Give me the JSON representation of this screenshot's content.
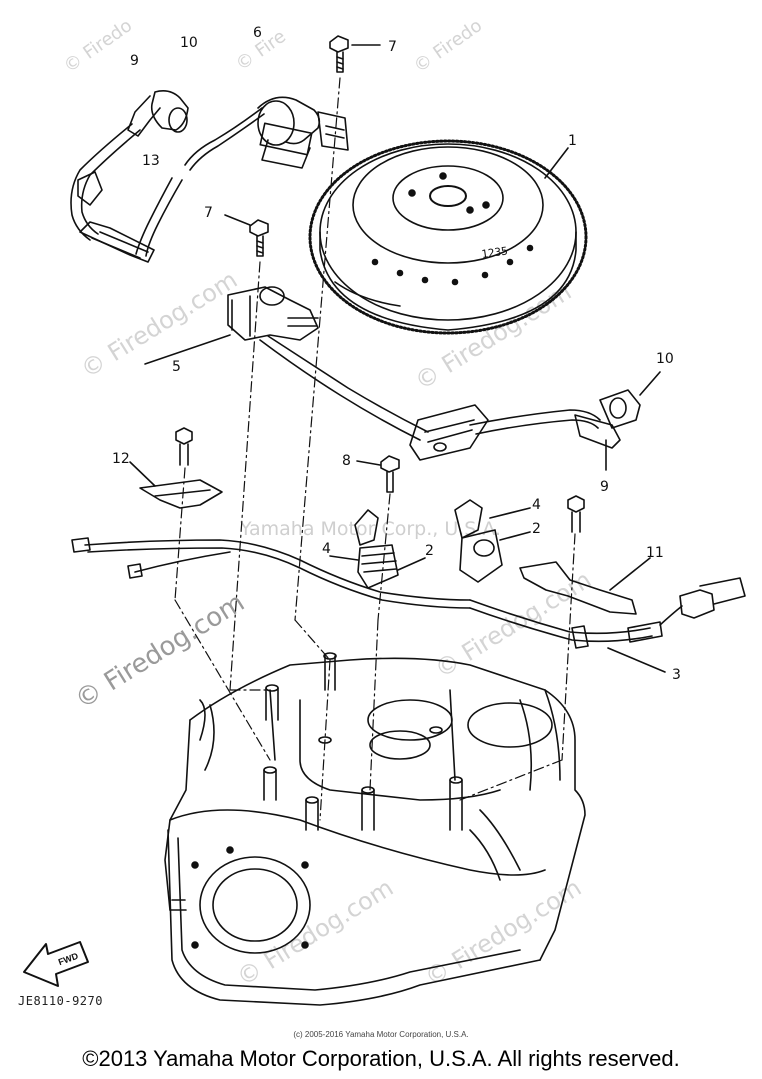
{
  "watermarks": {
    "site": "© Firedog.com",
    "site_short": "© Firedo",
    "site_short2": "© Fire",
    "site_mid": "© Firedog.com",
    "faint_copyright": "Yamaha Motor Corp., U.S.A."
  },
  "callouts": {
    "flywheel": "1",
    "pulser_coil_a": "2",
    "pulser_coil_b": "2",
    "lead_wire": "3",
    "base_assy_a": "4",
    "base_assy_b": "4",
    "charge_coil": "5",
    "ignition_coil": "6",
    "screw_top": "7",
    "screw_mid": "7",
    "screw_8": "8",
    "plug_cap_top": "9",
    "plug_cap_right": "9",
    "boot_top": "10",
    "boot_right": "10",
    "lead_bracket": "11",
    "clamp": "12",
    "holder": "13"
  },
  "flywheel_marking": "1235",
  "fwd_label": "FWD",
  "drawing_code": "JE8110-9270",
  "small_copyright": "(c) 2005-2016 Yamaha Motor Corporation, U.S.A.",
  "copyright": "©2013 Yamaha Motor Corporation, U.S.A. All rights reserved."
}
